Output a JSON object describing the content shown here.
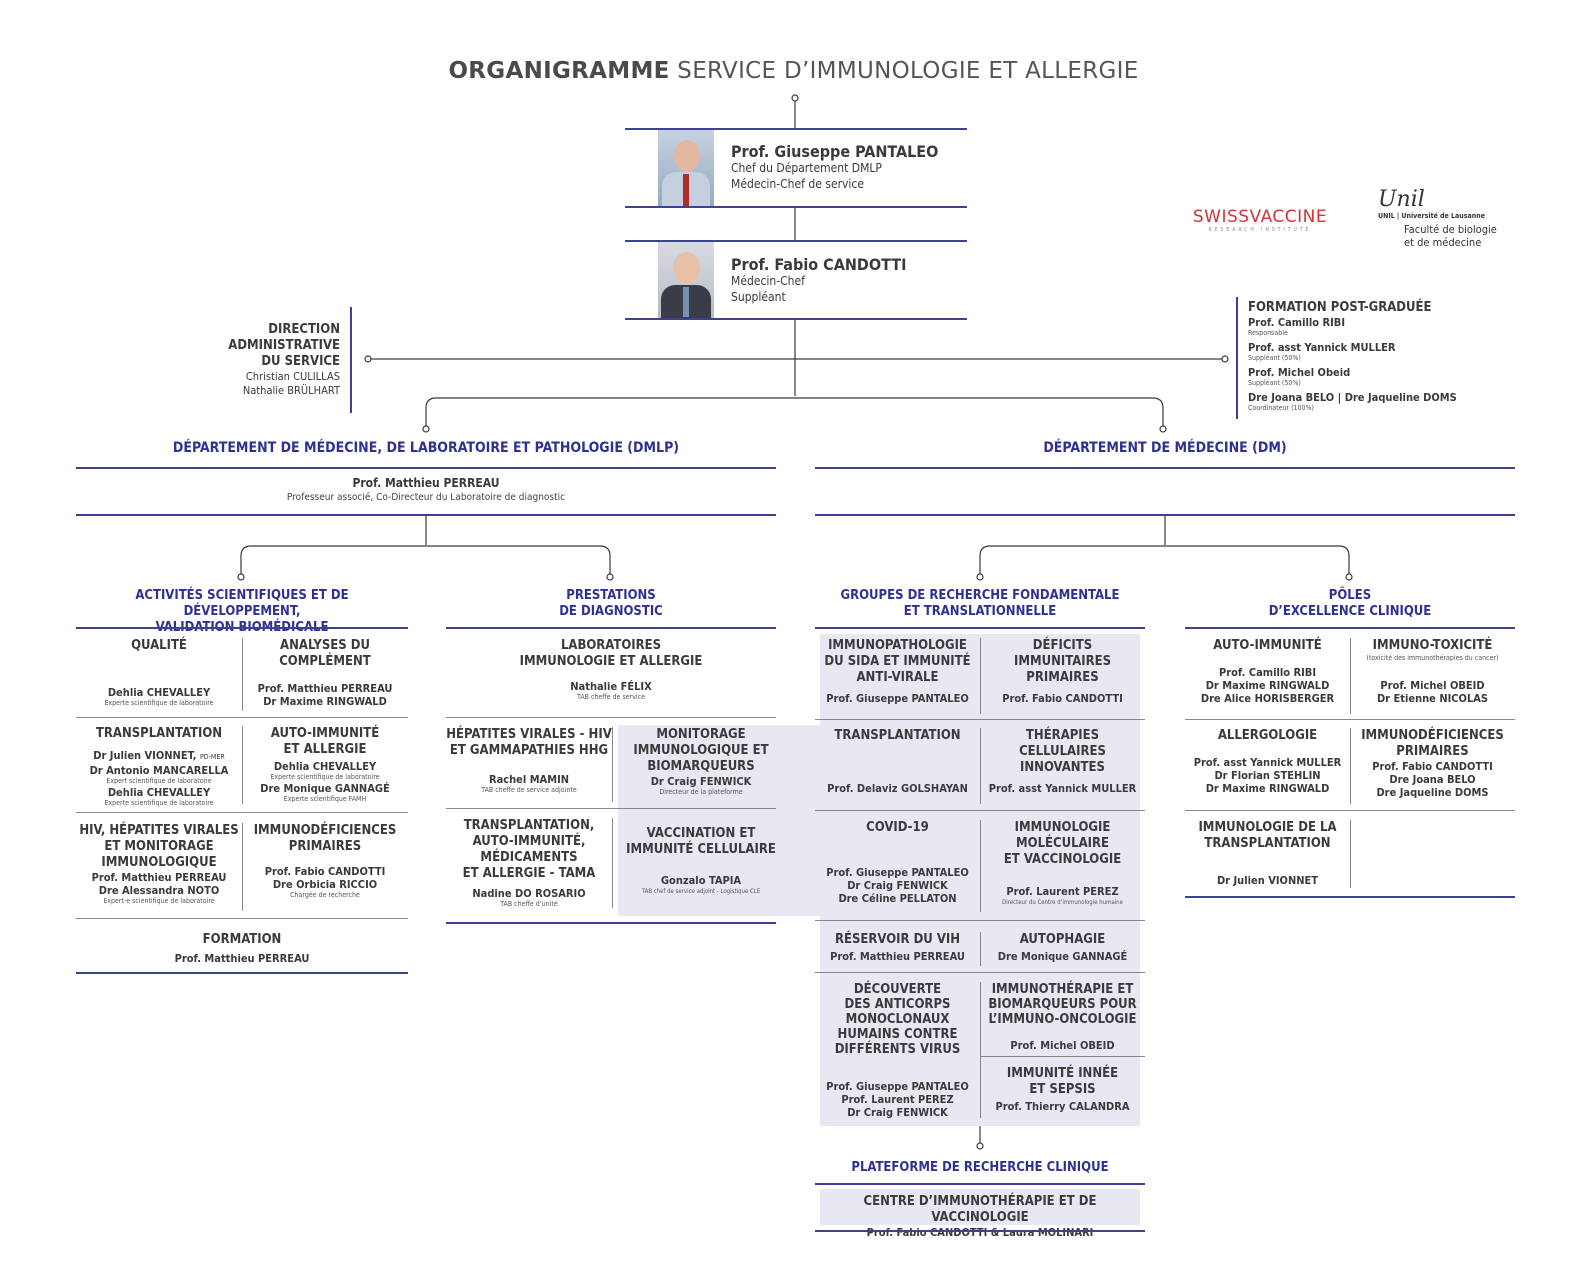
{
  "title": {
    "bold": "ORGANIGRAMME",
    "rest": "SERVICE D’IMMUNOLOGIE ET ALLERGIE"
  },
  "head1": {
    "name": "Prof. Giuseppe PANTALEO",
    "l1": "Chef du Département DMLP",
    "l2": "Médecin-Chef de service"
  },
  "head2": {
    "name": "Prof. Fabio CANDOTTI",
    "l1": "Médecin-Chef",
    "l2": "Suppléant"
  },
  "logos": {
    "swiss": "SWISSVACCINE",
    "swiss_sub": "RESEARCH INSTITUTE",
    "unil_sig": "Unil",
    "unil_line": "UNIL | Université de Lausanne",
    "unil_fac1": "Faculté de biologie",
    "unil_fac2": "et de médecine"
  },
  "direction": {
    "l1": "DIRECTION",
    "l2": "ADMINISTRATIVE",
    "l3": "DU SERVICE",
    "p1": "Christian CULILLAS",
    "p2": "Nathalie BRÜLHART"
  },
  "formation": {
    "title": "FORMATION POST-GRADUÉE",
    "p1": "Prof. Camillo RIBI",
    "r1": "Responsable",
    "p2": "Prof. asst Yannick MULLER",
    "r2": "Suppléant (50%)",
    "p3": "Prof. Michel Obeid",
    "r3": "Suppléant (50%)",
    "p4": "Dre Joana BELO  |  Dre Jaqueline DOMS",
    "r4": "Coordinateur (100%)"
  },
  "dmlp": {
    "title": "DÉPARTEMENT DE MÉDECINE, DE LABORATOIRE ET PATHOLOGIE (DMLP)",
    "head": "Prof. Matthieu PERREAU",
    "head_role": "Professeur associé, Co-Directeur du Laboratoire de diagnostic"
  },
  "dm": {
    "title": "DÉPARTEMENT DE MÉDECINE (DM)"
  },
  "sci": {
    "title1": "ACTIVITÉS SCIENTIFIQUES ET DE DÉVELOPPEMENT,",
    "title2": "VALIDATION BIOMÉDICALE",
    "qual": {
      "t": "QUALITÉ",
      "p": "Dehlia CHEVALLEY",
      "r": "Experte scientifique de laboratoire"
    },
    "comp": {
      "t1": "ANALYSES DU",
      "t2": "COMPLÉMENT",
      "p1": "Prof. Matthieu PERREAU",
      "p2": "Dr Maxime RINGWALD"
    },
    "trans": {
      "t": "TRANSPLANTATION",
      "p1": "Dr Julien VIONNET,",
      "p1s": "PD-MER",
      "p2": "Dr Antonio MANCARELLA",
      "r2": "Expert scientifique de laboratoire",
      "p3": "Dehlia CHEVALLEY",
      "r3": "Experte scientifique de laboratoire"
    },
    "auto": {
      "t1": "AUTO-IMMUNITÉ",
      "t2": "ET ALLERGIE",
      "p1": "Dehlia CHEVALLEY",
      "r1": "Experte scientifique de laboratoire",
      "p2": "Dre Monique GANNAGÉ",
      "r2": "Experte scientifique FAMH"
    },
    "hiv": {
      "t1": "HIV, HÉPATITES VIRALES",
      "t2": "ET MONITORAGE",
      "t3": "IMMUNOLOGIQUE",
      "p1": "Prof. Matthieu PERREAU",
      "p2": "Dre Alessandra NOTO",
      "r2": "Expert-e scientifique de laboratoire"
    },
    "immu": {
      "t1": "IMMUNODÉFICIENCES",
      "t2": "PRIMAIRES",
      "p1": "Prof. Fabio CANDOTTI",
      "p2": "Dre Orbicia RICCIO",
      "r2": "Chargée de recherche"
    },
    "form": {
      "t": "FORMATION",
      "p": "Prof. Matthieu PERREAU"
    }
  },
  "diag": {
    "title1": "PRESTATIONS",
    "title2": "DE DIAGNOSTIC",
    "lab": {
      "t1": "LABORATOIRES",
      "t2": "IMMUNOLOGIE ET ALLERGIE",
      "p": "Nathalie FÉLIX",
      "r": "TAB cheffe de service"
    },
    "hep": {
      "t1": "HÉPATITES VIRALES - HIV",
      "t2": "ET GAMMAPATHIES HHG",
      "p": "Rachel MAMIN",
      "r": "TAB cheffe de service adjointe"
    },
    "mon": {
      "t1": "MONITORAGE",
      "t2": "IMMUNOLOGIQUE ET",
      "t3": "BIOMARQUEURS",
      "p": "Dr Craig FENWICK",
      "r": "Directeur de la plateforme"
    },
    "tama": {
      "t1": "TRANSPLANTATION,",
      "t2": "AUTO-IMMUNITÉ,",
      "t3": "MÉDICAMENTS",
      "t4": "ET ALLERGIE - TAMA",
      "p": "Nadine DO ROSARIO",
      "r": "TAB cheffe d’unité"
    },
    "vacc": {
      "t1": "VACCINATION ET",
      "t2": "IMMUNITÉ CELLULAIRE",
      "p": "Gonzalo TAPIA",
      "r": "TAB chef de service adjoint - Logistique CLE"
    }
  },
  "grp": {
    "title1": "GROUPES DE RECHERCHE FONDAMENTALE",
    "title2": "ET TRANSLATIONNELLE",
    "sida": {
      "t1": "IMMUNOPATHOLOGIE",
      "t2": "DU SIDA ET IMMUNITÉ",
      "t3": "ANTI-VIRALE",
      "p": "Prof. Giuseppe PANTALEO"
    },
    "def": {
      "t1": "DÉFICITS",
      "t2": "IMMUNITAIRES",
      "t3": "PRIMAIRES",
      "p": "Prof. Fabio CANDOTTI"
    },
    "trans": {
      "t": "TRANSPLANTATION",
      "p": "Prof. Delaviz GOLSHAYAN"
    },
    "ther": {
      "t1": "THÉRAPIES",
      "t2": "CELLULAIRES",
      "t3": "INNOVANTES",
      "p": "Prof. asst Yannick MULLER"
    },
    "covid": {
      "t": "COVID-19",
      "p1": "Prof. Giuseppe PANTALEO",
      "p2": "Dr Craig FENWICK",
      "p3": "Dre Céline PELLATON"
    },
    "mol": {
      "t1": "IMMUNOLOGIE",
      "t2": "MOLÉCULAIRE",
      "t3": "ET VACCINOLOGIE",
      "p": "Prof. Laurent PEREZ",
      "r": "Directeur du Centre d’immunologie humaine"
    },
    "res": {
      "t": "RÉSERVOIR DU VIH",
      "p": "Prof. Matthieu PERREAU"
    },
    "auto": {
      "t": "AUTOPHAGIE",
      "p": "Dre Monique GANNAGÉ"
    },
    "dec": {
      "t1": "DÉCOUVERTE",
      "t2": "DES ANTICORPS",
      "t3": "MONOCLONAUX",
      "t4": "HUMAINS CONTRE",
      "t5": "DIFFÉRENTS VIRUS",
      "p1": "Prof. Giuseppe PANTALEO",
      "p2": "Prof. Laurent PEREZ",
      "p3": "Dr Craig FENWICK"
    },
    "onco": {
      "t1": "IMMUNOTHÉRAPIE ET",
      "t2": "BIOMARQUEURS POUR",
      "t3": "L’IMMUNO-ONCOLOGIE",
      "p": "Prof. Michel OBEID"
    },
    "sep": {
      "t1": "IMMUNITÉ INNÉE",
      "t2": "ET SEPSIS",
      "p": "Prof. Thierry CALANDRA"
    }
  },
  "plat": {
    "title": "PLATEFORME DE RECHERCHE CLINIQUE",
    "t": "CENTRE D’IMMUNOTHÉRAPIE ET DE VACCINOLOGIE",
    "p": "Prof. Fabio CANDOTTI & Laura MOLINARI"
  },
  "pole": {
    "title1": "PÔLES",
    "title2": "D’EXCELLENCE CLINIQUE",
    "auto": {
      "t": "AUTO-IMMUNITÉ",
      "p1": "Prof. Camillo RIBI",
      "p2": "Dr Maxime RINGWALD",
      "p3": "Dre Alice HORISBERGER"
    },
    "tox": {
      "t": "IMMUNO-TOXICITÉ",
      "r": "(toxicité des immunothérapies du cancer)",
      "p1": "Prof. Michel OBEID",
      "p2": "Dr Etienne NICOLAS"
    },
    "all": {
      "t": "ALLERGOLOGIE",
      "p1": "Prof. asst Yannick MULLER",
      "p2": "Dr Florian STEHLIN",
      "p3": "Dr Maxime RINGWALD"
    },
    "immu": {
      "t1": "IMMUNODÉFICIENCES",
      "t2": "PRIMAIRES",
      "p1": "Prof. Fabio CANDOTTI",
      "p2": "Dre Joana BELO",
      "p3": "Dre Jaqueline DOMS"
    },
    "tx": {
      "t1": "IMMUNOLOGIE DE LA",
      "t2": "TRANSPLANTATION",
      "p": "Dr Julien VIONNET"
    }
  }
}
